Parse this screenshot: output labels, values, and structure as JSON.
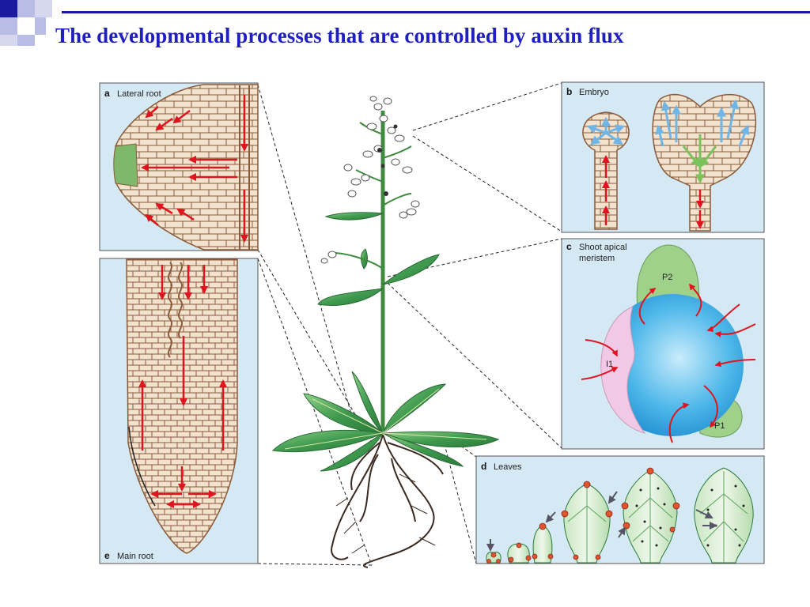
{
  "slide": {
    "title": "The developmental processes that are controlled by auxin flux"
  },
  "panels": {
    "a": {
      "letter": "a",
      "label": "Lateral root"
    },
    "b": {
      "letter": "b",
      "label": "Embryo"
    },
    "c": {
      "letter": "c",
      "label_line1": "Shoot apical",
      "label_line2": "meristem",
      "primordium_p2": "P2",
      "primordium_p1": "P1",
      "incipient_i1": "I1"
    },
    "d": {
      "letter": "d",
      "label": "Leaves"
    },
    "e": {
      "letter": "e",
      "label": "Main root"
    }
  },
  "colors": {
    "title": "#1f1fbf",
    "panel_bg": "#d5e9f5",
    "cell_fill": "#f2e3cf",
    "cell_wall": "#8a5a3a",
    "auxin_arrow": "#e0141e",
    "embryo_arrow_blue": "#6fb6e6",
    "embryo_arrow_green": "#7cc25a",
    "meristem_dome": "#3aa9e6",
    "primordium_green": "#9fd18a",
    "incipient_pink": "#f1c9e6",
    "leaf_green": "#3f9a4f"
  }
}
